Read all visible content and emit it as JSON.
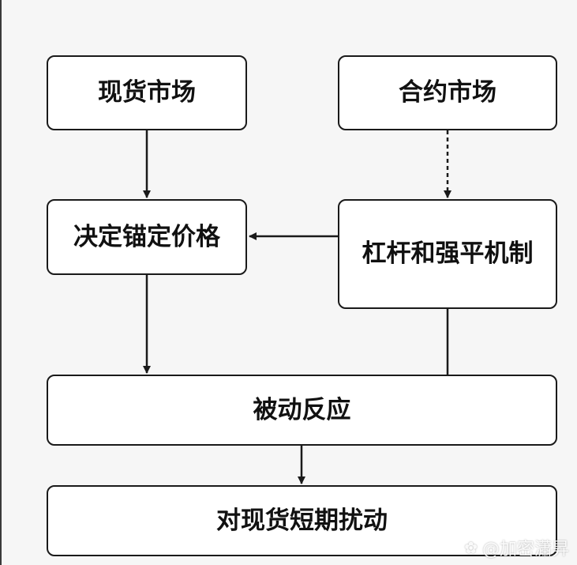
{
  "diagram": {
    "nodes": {
      "spot_market": "现货市场",
      "contract_market": "合约市场",
      "pricing": "决定锚定价格",
      "leverage": "杠杆和强平机制",
      "passive_reaction": "被动反应",
      "short_term_impact": "对现货短期扰动"
    },
    "edges": [
      {
        "from": "spot_market",
        "to": "pricing",
        "style": "solid"
      },
      {
        "from": "contract_market",
        "to": "leverage",
        "style": "dashed"
      },
      {
        "from": "leverage",
        "to": "pricing",
        "style": "solid"
      },
      {
        "from": "pricing",
        "to": "passive_reaction",
        "style": "solid"
      },
      {
        "from": "leverage",
        "to": "passive_reaction",
        "style": "solid-line"
      },
      {
        "from": "passive_reaction",
        "to": "short_term_impact",
        "style": "solid"
      }
    ]
  },
  "watermark": {
    "logo_icon": "wechat-channel-icon",
    "text": "@加密瀟昇"
  }
}
